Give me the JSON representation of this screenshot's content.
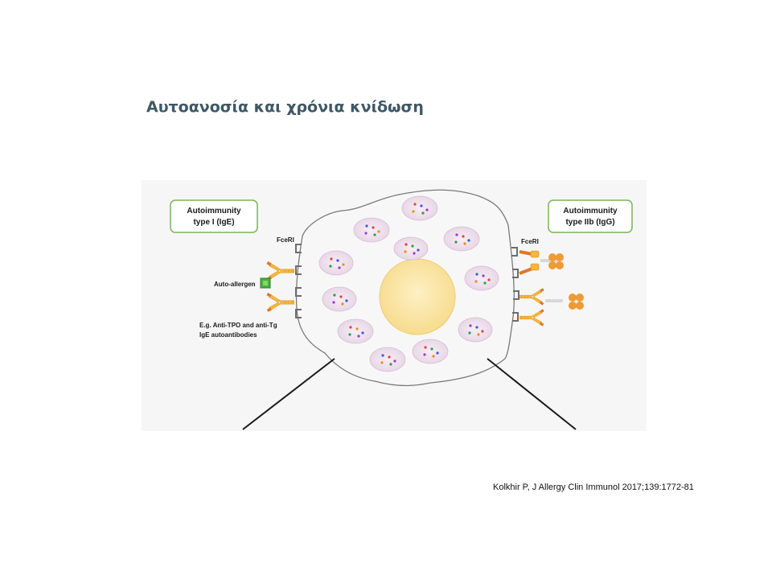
{
  "slide": {
    "title": "Αυτοανοσία και χρόνια κνίδωση",
    "citation": "Kolkhir P, J Allergy Clin Immunol 2017;139:1772-81"
  },
  "diagram": {
    "left_box": {
      "line1": "Autoimmunity",
      "line2": "type I (IgE)"
    },
    "right_box": {
      "line1": "Autoimmunity",
      "line2": "type IIb (IgG)"
    },
    "receptor_label_left": "FceRI",
    "receptor_label_right": "FceRI",
    "auto_allergen_label": "Auto-allergen",
    "example_line1": "E.g. Anti-TPO and anti-Tg",
    "example_line2": "IgE autoantibodies"
  },
  "colors": {
    "box_border": "#7ab35a",
    "antibody": "#f5b63a",
    "antibody_dark": "#e0772b",
    "igg_complex": "#ef9a32",
    "allergen": "#4caf3c",
    "nucleus": "#fbe6a4",
    "granule": "#ecdcea"
  }
}
